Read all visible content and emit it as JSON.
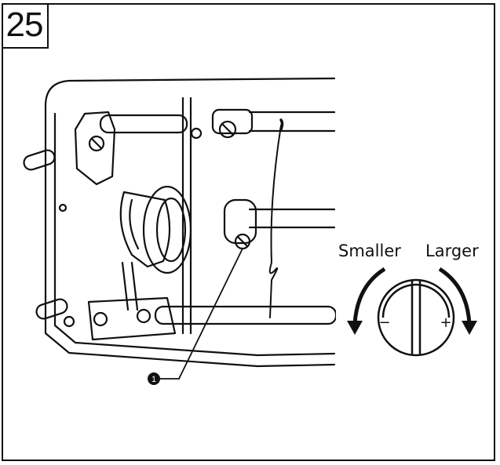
{
  "step_number": "25",
  "labels": {
    "smaller": "Smaller",
    "larger": "Larger"
  },
  "callout": {
    "marker": "1",
    "part": "set screw"
  },
  "dial_symbols": {
    "minus": "−",
    "plus": "+"
  },
  "colors": {
    "ink": "#111111",
    "background": "#ffffff"
  }
}
